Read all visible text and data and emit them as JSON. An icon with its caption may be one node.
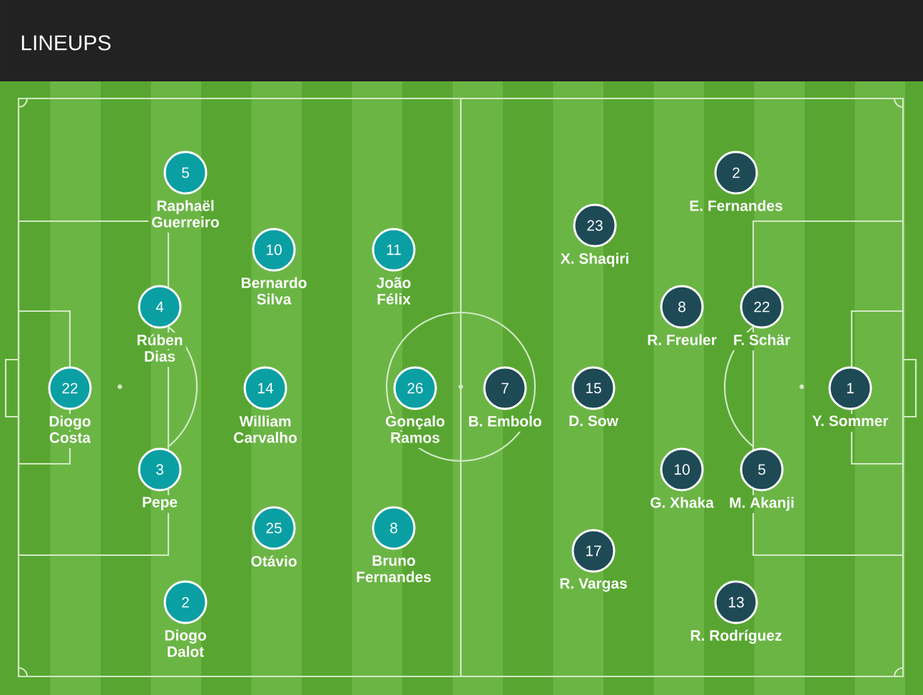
{
  "diagram": {
    "title": "LINEUPS",
    "nodes": [
      {
        "text": [
          "22"
        ],
        "beside": [
          "Diogo Costa"
        ]
      },
      {
        "text": [
          "5"
        ],
        "beside": [
          "Raphaël Guerreiro"
        ]
      },
      {
        "text": [
          "4"
        ],
        "beside": [
          "Rúben Dias"
        ]
      },
      {
        "text": [
          "3"
        ],
        "beside": [
          "Pepe"
        ]
      },
      {
        "text": [
          "2"
        ],
        "beside": [
          "Diogo Dalot"
        ]
      },
      {
        "text": [
          "14"
        ],
        "beside": [
          "William Carvalho"
        ]
      },
      {
        "text": [
          "10"
        ],
        "beside": [
          "Bernardo Silva"
        ]
      },
      {
        "text": [
          "25"
        ],
        "beside": [
          "Otávio"
        ]
      },
      {
        "text": [
          "11"
        ],
        "beside": [
          "João Félix"
        ]
      },
      {
        "text": [
          "8"
        ],
        "beside": [
          "Bruno Fernandes"
        ]
      },
      {
        "text": [
          "26"
        ],
        "beside": [
          "Gonçalo Ramos"
        ]
      },
      {
        "text": [
          "1"
        ],
        "beside": [
          "Y. Sommer"
        ]
      },
      {
        "text": [
          "2"
        ],
        "beside": [
          "E. Fernandes"
        ]
      },
      {
        "text": [
          "22"
        ],
        "beside": [
          "F. Schär"
        ]
      },
      {
        "text": [
          "5"
        ],
        "beside": [
          "M. Akanji"
        ]
      },
      {
        "text": [
          "13"
        ],
        "beside": [
          "R. Rodríguez"
        ]
      },
      {
        "text": [
          "8"
        ],
        "beside": [
          "R. Freuler"
        ]
      },
      {
        "text": [
          "10"
        ],
        "beside": [
          "G. Xhaka"
        ]
      },
      {
        "text": [
          "23"
        ],
        "beside": [
          "X. Shaqiri"
        ]
      },
      {
        "text": [
          "15"
        ],
        "beside": [
          "D. Sow"
        ]
      },
      {
        "text": [
          "17"
        ],
        "beside": [
          "R. Vargas"
        ]
      },
      {
        "text": [
          "7"
        ],
        "beside": [
          "B. Embolo"
        ]
      }
    ]
  }
}
